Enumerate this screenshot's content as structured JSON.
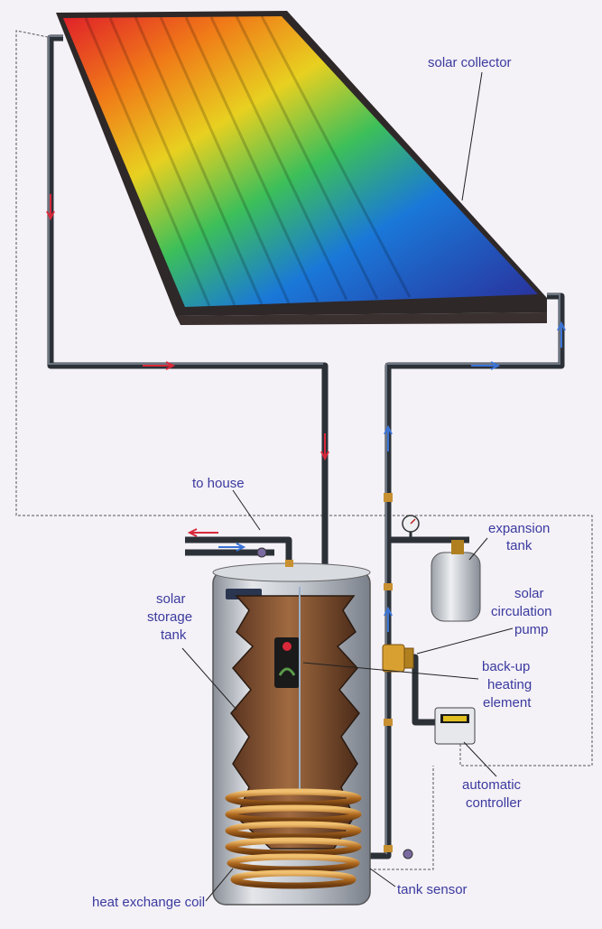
{
  "labels": {
    "solar_collector": "solar collector",
    "to_house": "to house",
    "expansion_tank": [
      "expansion",
      "tank"
    ],
    "solar_storage_tank": [
      "solar",
      "storage",
      "tank"
    ],
    "solar_circulation_pump": [
      "solar",
      "circulation",
      "pump"
    ],
    "backup_heating_element": [
      "back-up",
      "heating",
      "element"
    ],
    "automatic_controller": [
      "automatic",
      "controller"
    ],
    "tank_sensor": "tank sensor",
    "heat_exchange_coil": "heat exchange coil"
  },
  "colors": {
    "label_text": "#3b3a9e",
    "hot_flow": "#d8283a",
    "cold_flow": "#3a73d6",
    "pipe": "#2c3138",
    "background": "#f4f1f7"
  },
  "icons": [
    "pressure-gauge-icon",
    "controller-display-icon",
    "valve-icon"
  ]
}
